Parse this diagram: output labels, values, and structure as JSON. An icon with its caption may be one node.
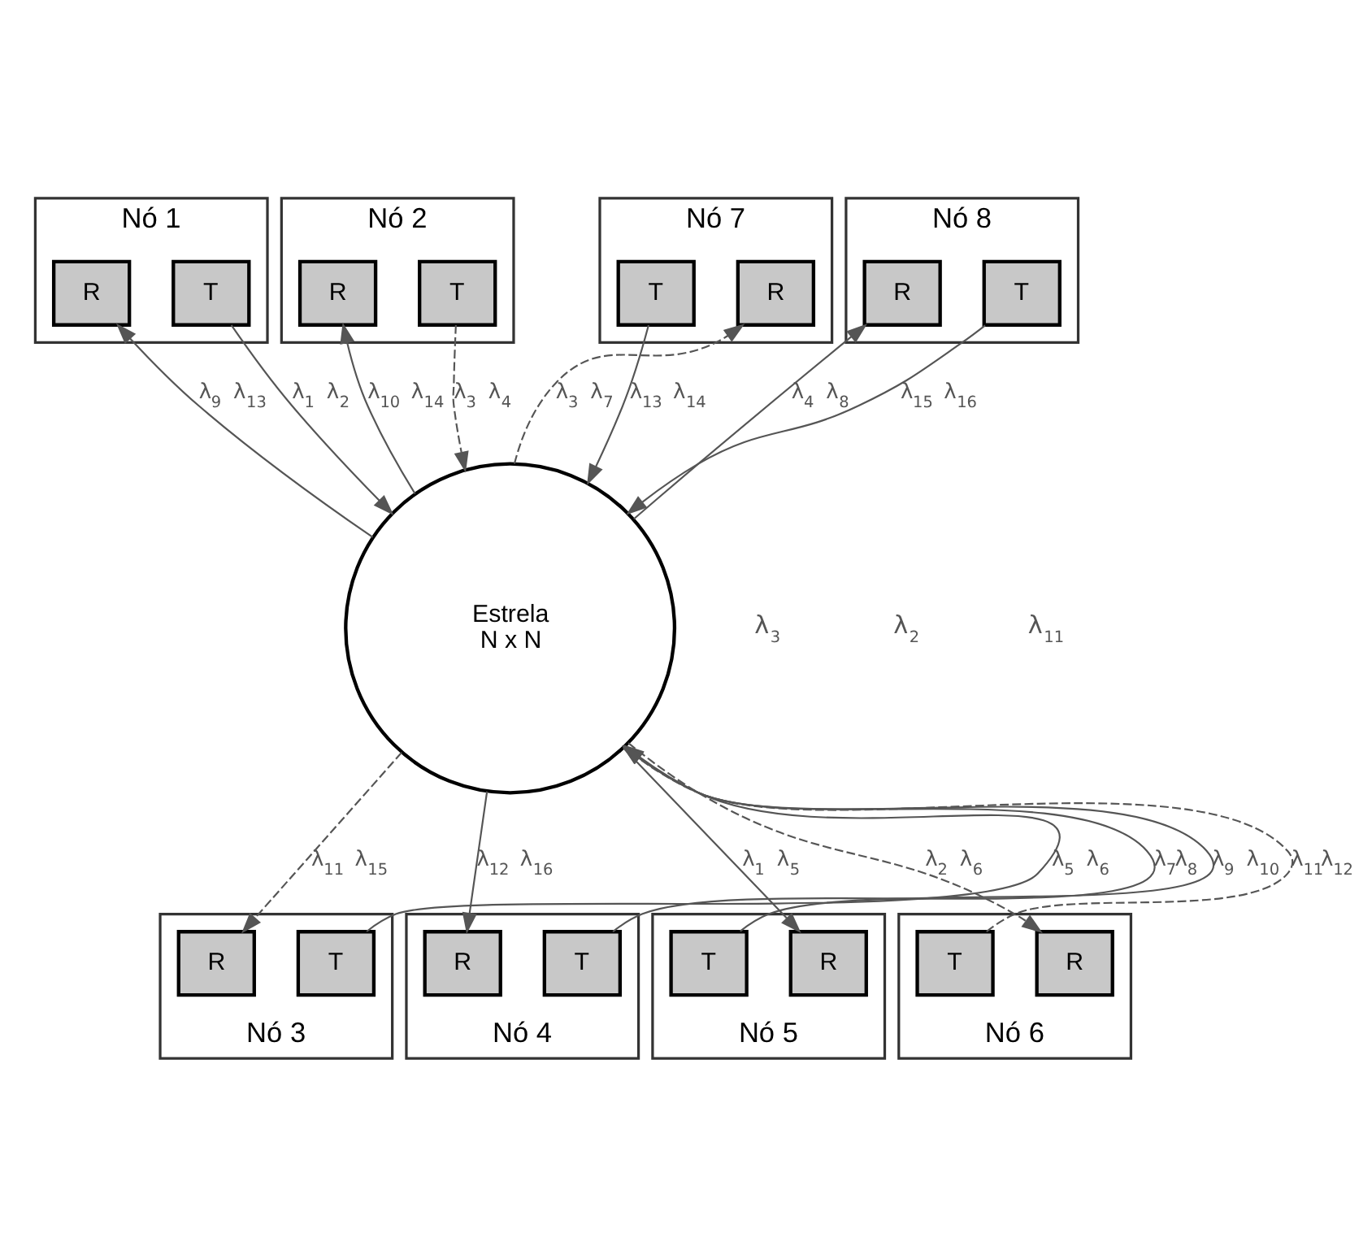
{
  "diagram": {
    "nodes": [
      {
        "text": [
          "Estrela",
          "N x N"
        ]
      },
      {
        "text": [
          "Nó 1"
        ]
      },
      {
        "text": [
          "T"
        ],
        "in": 1
      },
      {
        "text": [
          "R"
        ],
        "in": 1
      },
      {
        "text": [
          "Nó 2"
        ]
      },
      {
        "text": [
          "T"
        ],
        "in": 4
      },
      {
        "text": [
          "R"
        ],
        "in": 4
      },
      {
        "text": [
          "Nó 3"
        ]
      },
      {
        "text": [
          "T"
        ],
        "in": 7
      },
      {
        "text": [
          "R"
        ],
        "in": 7
      },
      {
        "text": [
          "Nó 4"
        ]
      },
      {
        "text": [
          "T"
        ],
        "in": 10
      },
      {
        "text": [
          "R"
        ],
        "in": 10
      },
      {
        "text": [
          "Nó 5"
        ]
      },
      {
        "text": [
          "R"
        ],
        "in": 13
      },
      {
        "text": [
          "T"
        ],
        "in": 13
      },
      {
        "text": [
          "Nó 6"
        ]
      },
      {
        "text": [
          "R"
        ],
        "in": 16
      },
      {
        "text": [
          "T"
        ],
        "in": 16
      },
      {
        "text": [
          "Nó 7"
        ]
      },
      {
        "text": [
          "R"
        ],
        "in": 19
      },
      {
        "text": [
          "T"
        ],
        "in": 19
      },
      {
        "text": [
          "Nó 8"
        ]
      },
      {
        "text": [
          "T"
        ],
        "in": 22
      },
      {
        "text": [
          "R"
        ],
        "in": 22
      }
    ],
    "edges": [
      {
        "from": 2,
        "to": 0,
        "arrow": "to",
        "label": "λ$_{1}$ λ$_{2}$"
      },
      {
        "from": 0,
        "to": 3,
        "arrow": "to",
        "label": "λ$_{9}$ λ$_{13}$"
      },
      {
        "from": 5,
        "to": 0,
        "arrow": "to",
        "label": "λ$_{3}$ λ$_{4}$",
        "style": "dashed"
      },
      {
        "from": 0,
        "to": 6,
        "arrow": "to",
        "label": "λ$_{10}$ λ$_{14}$"
      },
      {
        "from": 8,
        "to": 0,
        "arrow": "to",
        "label": "λ$_{5}$ λ$_{6}$"
      },
      {
        "from": 0,
        "to": 9,
        "arrow": "to",
        "label": "λ$_{11}$ λ$_{15}$",
        "style": "dashed"
      },
      {
        "from": 11,
        "to": 0,
        "arrow": "to",
        "label": "λ$_{7}$λ$_{8}$"
      },
      {
        "from": 0,
        "to": 12,
        "arrow": "to",
        "label": "λ$_{12}$ λ$_{16}$"
      },
      {
        "from": 15,
        "to": 0,
        "arrow": "to",
        "label": "λ$_{9}$ λ$_{10}$"
      },
      {
        "from": 0,
        "to": 14,
        "arrow": "to",
        "label": "λ$_{1}$ λ$_{5}$"
      },
      {
        "from": 18,
        "to": 0,
        "arrow": "to",
        "label": "λ$_{11}$λ$_{12}$",
        "style": "dashed"
      },
      {
        "from": 0,
        "to": 17,
        "arrow": "to",
        "label": "λ$_{2}$ λ$_{6}$",
        "style": "dashed"
      },
      {
        "from": 21,
        "to": 0,
        "arrow": "to",
        "label": "λ$_{13}$ λ$_{14}$"
      },
      {
        "from": 0,
        "to": 20,
        "arrow": "to",
        "label": "λ$_{3}$ λ$_{7}$",
        "style": "dashed"
      },
      {
        "from": 23,
        "to": 0,
        "arrow": "to",
        "label": "λ$_{15}$ λ$_{16}$"
      },
      {
        "from": 0,
        "to": 24,
        "arrow": "to",
        "label": "λ$_{4}$ λ$_{8}$"
      }
    ],
    "labels": [
      "λ$_{3}$",
      "λ$_{2}$",
      "λ$_{11}$"
    ]
  }
}
